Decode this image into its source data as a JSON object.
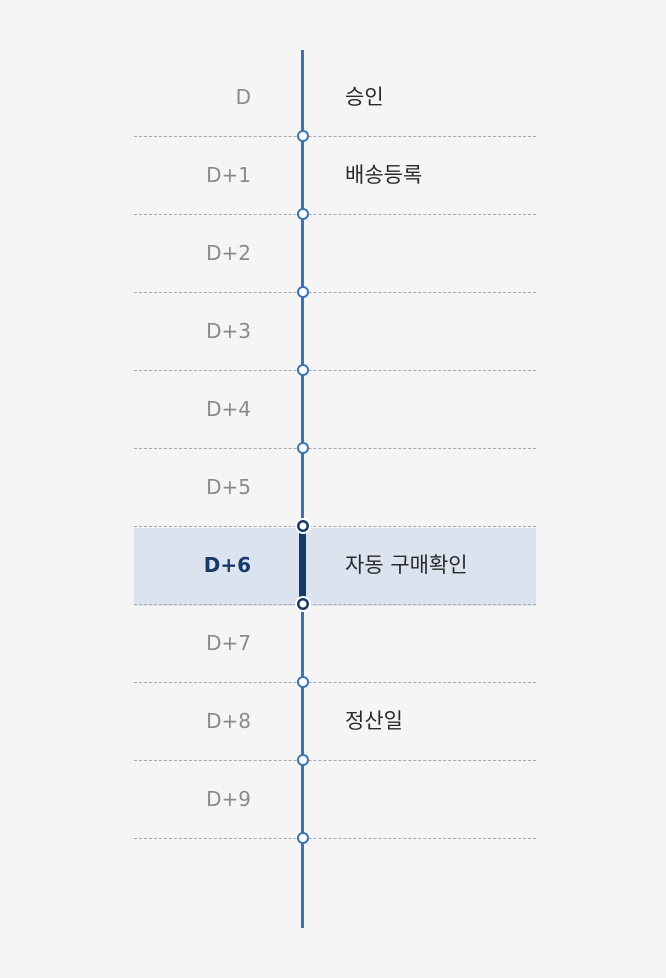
{
  "rows": [
    {
      "day": "D",
      "event": ""
    },
    {
      "day": "D+1",
      "event": ""
    },
    {
      "day": "D+2",
      "event": ""
    },
    {
      "day": "D+3",
      "event": ""
    },
    {
      "day": "D+4",
      "event": ""
    },
    {
      "day": "D+5",
      "event": ""
    },
    {
      "day": "D+6",
      "event": "",
      "active": true
    },
    {
      "day": "D+7",
      "event": ""
    },
    {
      "day": "D+8",
      "event": ""
    },
    {
      "day": "D+9",
      "event": ""
    }
  ],
  "events": {
    "row0": "승인",
    "row1": "배송등록",
    "row6": "자동 구매확인",
    "row8": "정산일"
  },
  "colors": {
    "background": "#f5f5f5",
    "axis": "#3b73b9",
    "active": "#173a6b",
    "highlight": "#dbe3ef",
    "divider": "#a9a9a9"
  }
}
